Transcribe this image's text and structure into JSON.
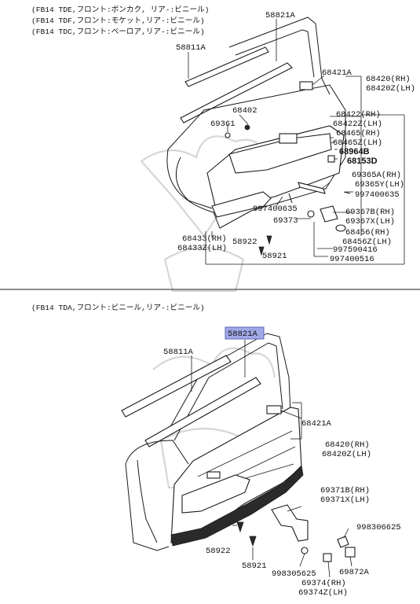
{
  "colors": {
    "line": "#1a1a1a",
    "highlight": "#9fa9e8",
    "watermark": "#d6d6d6"
  },
  "upper": {
    "header": [
      "(FB14 TDE,フロント:ボンカク, リア-:ビニール)",
      "(FB14 TDF,フロント:モケット,リア-:ビニール)",
      "(FB14 TDC,フロント:ベーロア,リア-:ビニール)"
    ],
    "labels": {
      "p58821A": "58821A",
      "p58811A": "58811A",
      "p68421A": "68421A",
      "p68420": "68420(RH)",
      "p68420Z": "68420Z(LH)",
      "p68402": "68402",
      "p69361": "69361",
      "p68422": "68422(RH)",
      "p68422Z": "68422Z(LH)",
      "p68465": "68465(RH)",
      "p68465Z": "68465Z(LH)",
      "p68964B": "68964B",
      "p68153D": "68153D",
      "p69365A": "69365A(RH)",
      "p69365Y": "69365Y(LH)",
      "p997400635a": "997400635",
      "p997400635b": "997400635",
      "p69367B": "69367B(RH)",
      "p69367X": "69367X(LH)",
      "p69373": "69373",
      "p68456": "68456(RH)",
      "p68456Z": "68456Z(LH)",
      "p68433": "68433(RH)",
      "p68433Z": "68433Z(LH)",
      "p58922": "58922",
      "p58921": "58921",
      "p997590416": "997590416",
      "p997400516": "997400516"
    }
  },
  "lower": {
    "header": "(FB14 TDA,フロント:ビニール,リア-:ビニール)",
    "labels": {
      "p58821A": "58821A",
      "p58811A": "58811A",
      "p68421A": "68421A",
      "p68420": "68420(RH)",
      "p68420Z": "68420Z(LH)",
      "p69371B": "69371B(RH)",
      "p69371X": "69371X(LH)",
      "p998306625a": "998306625",
      "p58922": "58922",
      "p58921": "58921",
      "p998305625": "998305625",
      "p69872A": "69872A",
      "p69374": "69374(RH)",
      "p69374Z": "69374Z(LH)"
    }
  }
}
